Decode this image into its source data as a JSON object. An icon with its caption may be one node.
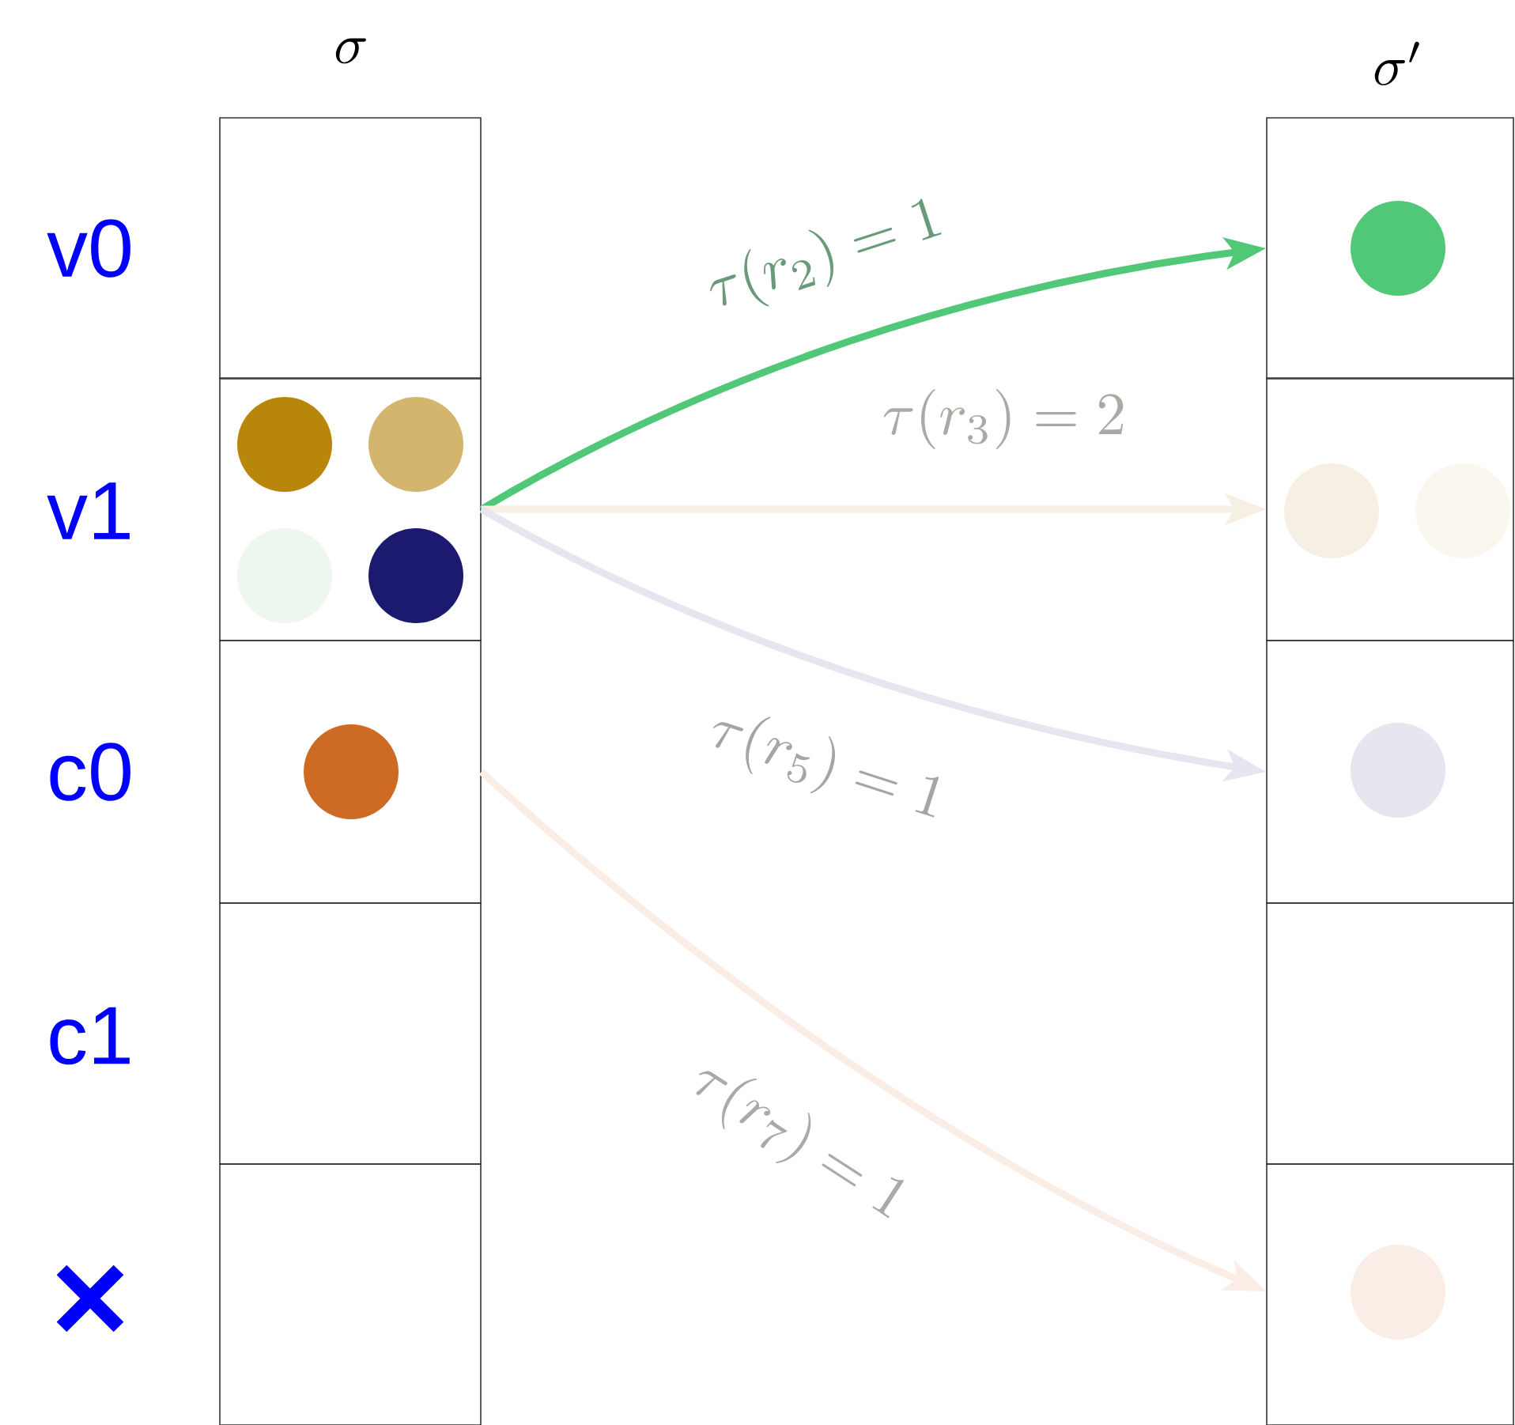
{
  "diagram": {
    "nodes": [
      {
        "text": [],
        "shape": "box"
      },
      {
        "text": [],
        "shape": "box"
      },
      {
        "text": [],
        "shape": "box"
      },
      {
        "text": [],
        "shape": "box"
      },
      {
        "text": [],
        "shape": "box"
      },
      {
        "text": [],
        "shape": "box"
      },
      {
        "text": [],
        "shape": "box"
      },
      {
        "text": [],
        "shape": "box"
      },
      {
        "text": [],
        "shape": "box"
      },
      {
        "text": [],
        "shape": "box"
      },
      {
        "text": [],
        "shape": "circle",
        "in": 1
      },
      {
        "text": [],
        "shape": "circle",
        "in": 1
      },
      {
        "text": [],
        "shape": "circle",
        "in": 1
      },
      {
        "text": [],
        "shape": "circle",
        "in": 1
      },
      {
        "text": [],
        "shape": "circle",
        "in": 2
      },
      {
        "text": [],
        "shape": "circle",
        "in": 5
      },
      {
        "text": [],
        "shape": "circle",
        "in": 6
      },
      {
        "text": [],
        "shape": "circle",
        "in": 6
      },
      {
        "text": [],
        "shape": "circle",
        "in": 7
      },
      {
        "text": [],
        "shape": "circle",
        "in": 9
      }
    ],
    "edges": [
      {
        "from": 1,
        "to": 5,
        "arrow": "to",
        "label": "\\tau(r_2) = 1",
        "color": "#50c878"
      },
      {
        "from": 1,
        "to": 6,
        "arrow": "to",
        "label": "\\tau(r_3) = 2",
        "color": "#f5f0e3"
      },
      {
        "from": 1,
        "to": 7,
        "arrow": "to",
        "label": "\\tau(r_5) = 1",
        "color": "#e6e6f0"
      },
      {
        "from": 2,
        "to": 9,
        "arrow": "to",
        "label": "\\tau(r_7) = 1",
        "color": "#f9ede6"
      }
    ],
    "labels": [
      "\\sigma",
      "\\sigma'",
      "v0",
      "v1",
      "c0",
      "c1"
    ]
  }
}
